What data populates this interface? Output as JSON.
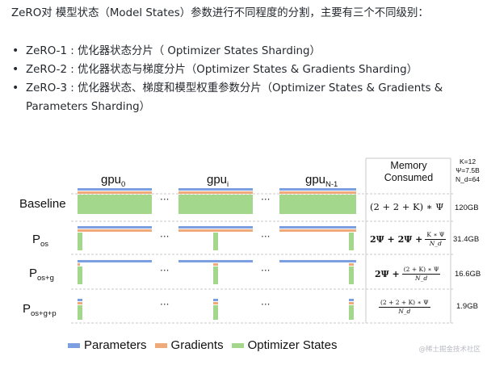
{
  "intro": "ZeRO对 模型状态（Model States）参数进行不同程度的分割，主要有三个不同级别：",
  "bullets": [
    "ZeRO-1 : 优化器状态分片（ Optimizer States Sharding）",
    "ZeRO-2 : 优化器状态与梯度分片（Optimizer States & Gradients Sharding）",
    "ZeRO-3 : 优化器状态、梯度和模型权重参数分片（Optimizer States & Gradients & Parameters Sharding）"
  ],
  "figure": {
    "gpu_headers": [
      {
        "base": "gpu",
        "sub": "0"
      },
      {
        "base": "gpu",
        "sub": "i"
      },
      {
        "base": "gpu",
        "sub": "N-1"
      }
    ],
    "memory_header": [
      "Memory",
      "Consumed"
    ],
    "param_header": [
      "K=12",
      "Ψ=7.5B",
      "N_d=64"
    ],
    "ellipsis": "···",
    "rows": [
      {
        "label": "Baseline",
        "label_sub": "",
        "formula": "(2 + 2 + K) ∗ Ψ",
        "size": "120GB"
      },
      {
        "label": "P",
        "label_sub": "os",
        "formula_main": "2Ψ + 2Ψ +",
        "formula_num": "K ∗ Ψ",
        "formula_den": "N_d",
        "size": "31.4GB"
      },
      {
        "label": "P",
        "label_sub": "os+g",
        "formula_main": "2Ψ +",
        "formula_num": "(2 + K) ∗ Ψ",
        "formula_den": "N_d",
        "size": "16.6GB"
      },
      {
        "label": "P",
        "label_sub": "os+g+p",
        "formula_num": "(2 + 2 + K) ∗ Ψ",
        "formula_den": "N_d",
        "size": "1.9GB"
      }
    ],
    "legend": [
      "Parameters",
      "Gradients",
      "Optimizer States"
    ],
    "colors": {
      "parameters": "#7b9fe0",
      "gradients": "#f0aa7a",
      "optimizer": "#a3d88c",
      "grid": "#c8c8c8"
    }
  },
  "watermark": "@稀土掘金技术社区"
}
